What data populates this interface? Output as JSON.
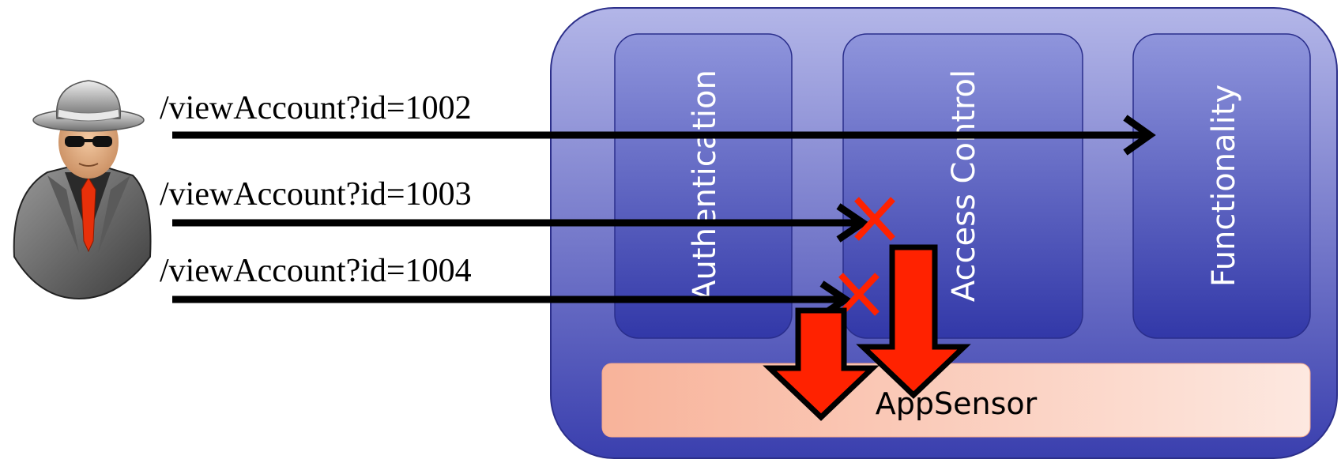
{
  "requests": [
    {
      "url": "/viewAccount?id=1002",
      "outcome": "allowed"
    },
    {
      "url": "/viewAccount?id=1003",
      "outcome": "blocked"
    },
    {
      "url": "/viewAccount?id=1004",
      "outcome": "blocked"
    }
  ],
  "layers": {
    "authentication": "Authentication",
    "access_control": "Access Control",
    "functionality": "Functionality"
  },
  "sensor": {
    "label": "AppSensor"
  },
  "icons": {
    "attacker": "spy-user-icon",
    "blocked": "red-x-icon",
    "alert": "red-down-arrow-icon"
  },
  "colors": {
    "container_top": "#b3b6e8",
    "container_bottom": "#3a3fae",
    "layer_top": "#8f95dc",
    "layer_bottom": "#3238a8",
    "sensor_left": "#f8b39a",
    "sensor_right": "#fde8e0",
    "alert_red": "#ff2200",
    "flow_line": "#000000"
  }
}
